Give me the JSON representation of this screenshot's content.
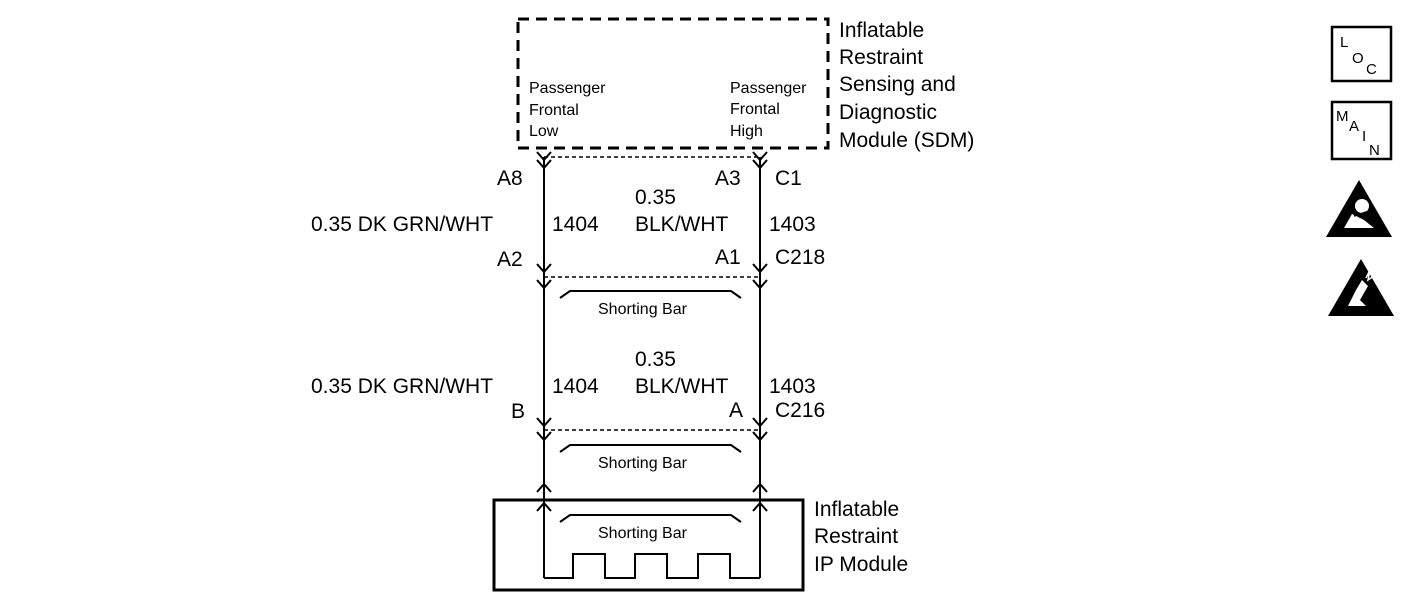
{
  "sdm": {
    "title": [
      "Inflatable",
      "Restraint",
      "Sensing and",
      "Diagnostic",
      "Module (SDM)"
    ],
    "pin_left": [
      "Passenger",
      "Frontal",
      "Low"
    ],
    "pin_right": [
      "Passenger",
      "Frontal",
      "High"
    ],
    "connector": "C1",
    "terminal_left": "A8",
    "terminal_right": "A3"
  },
  "segment1": {
    "left_wire": "0.35 DK GRN/WHT",
    "left_circuit": "1404",
    "right_wire_gauge": "0.35",
    "right_wire_color": "BLK/WHT",
    "right_circuit": "1403",
    "connector": "C218",
    "terminal_left": "A2",
    "terminal_right": "A1",
    "shorting_bar": "Shorting Bar"
  },
  "segment2": {
    "left_wire": "0.35 DK GRN/WHT",
    "left_circuit": "1404",
    "right_wire_gauge": "0.35",
    "right_wire_color": "BLK/WHT",
    "right_circuit": "1403",
    "connector": "C216",
    "terminal_left": "B",
    "terminal_right": "A",
    "shorting_bar": "Shorting Bar"
  },
  "ip_module": {
    "title": [
      "Inflatable",
      "Restraint",
      "IP Module"
    ],
    "shorting_bar": "Shorting Bar"
  },
  "icons": [
    {
      "name": "loc-icon",
      "letters": [
        "L",
        "O",
        "C"
      ]
    },
    {
      "name": "main-icon",
      "letters": [
        "M",
        "A",
        "I",
        "N"
      ]
    },
    {
      "name": "airbag-warning-icon"
    },
    {
      "name": "esd-warning-icon"
    }
  ]
}
